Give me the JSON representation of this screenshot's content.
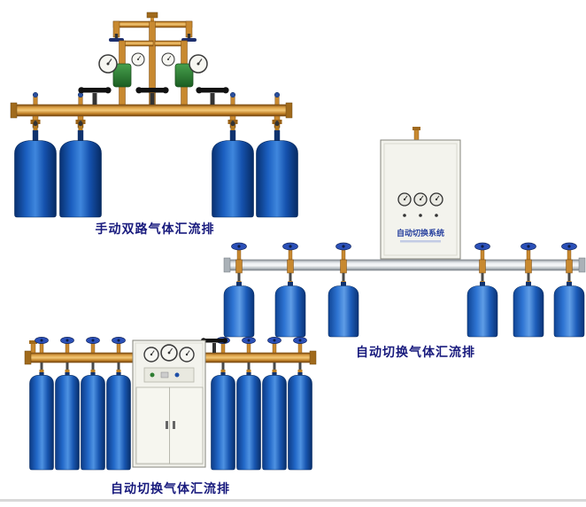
{
  "page": {
    "background": "#ffffff",
    "caption_color": "#181a7d",
    "bottom_rule_color": "#d8d8d8"
  },
  "products": [
    {
      "caption": "手动双路气体汇流排"
    },
    {
      "caption": "自动切换气体汇流排"
    },
    {
      "caption": "自动切换气体汇流排"
    }
  ],
  "auto_cabinet": {
    "label": "自动切换系统"
  },
  "colors": {
    "cylinder_blue": "#1b5fc0",
    "brass_pipe": "#dca045",
    "silver_manifold": "#c9cfd4",
    "regulator_green": "#2e7d32",
    "handwheel_blue": "#2b50b8",
    "valve_black": "#111111"
  }
}
